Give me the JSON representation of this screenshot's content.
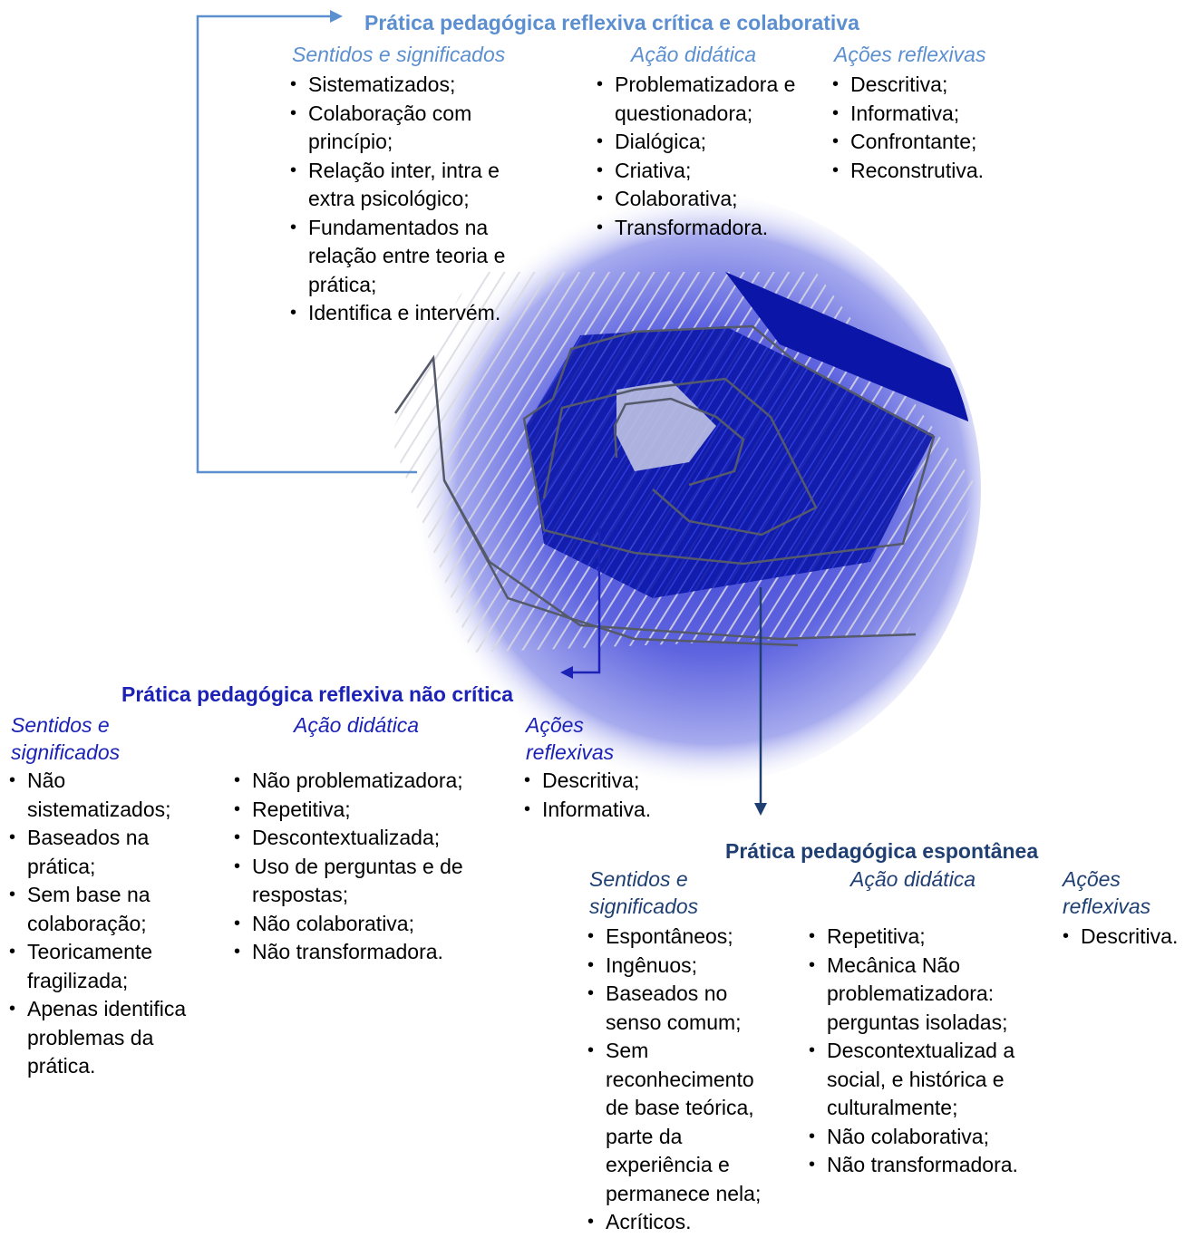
{
  "sections": {
    "critica": {
      "title": "Prática pedagógica reflexiva crítica e colaborativa",
      "col_sentidos": {
        "heading": "Sentidos e significados",
        "items": [
          "Sistematizados;",
          "Colaboração com princípio;",
          "Relação inter, intra e extra psicológico;",
          "Fundamentados na relação entre teoria e prática;",
          "Identifica e intervém."
        ]
      },
      "col_acao": {
        "heading": "Ação didática",
        "items": [
          "Problematizadora e questionadora;",
          " Dialógica;",
          "Criativa;",
          "Colaborativa;",
          "Transformadora."
        ]
      },
      "col_reflexivas": {
        "heading": "Ações reflexivas",
        "items": [
          "Descritiva;",
          "Informativa;",
          "Confrontante;",
          "Reconstrutiva."
        ]
      }
    },
    "nao_critica": {
      "title": "Prática pedagógica reflexiva não crítica",
      "col_sentidos": {
        "heading_l1": "Sentidos e",
        "heading_l2": "significados",
        "items": [
          "Não sistematizados;",
          "Baseados na prática;",
          "Sem base na colaboração;",
          "Teoricamente fragilizada;",
          "Apenas identifica problemas da prática."
        ]
      },
      "col_acao": {
        "heading": "Ação didática",
        "items": [
          "Não problematizadora;",
          "Repetitiva;",
          "Descontextualizada;",
          "Uso de perguntas e de respostas;",
          "Não colaborativa;",
          "Não transformadora."
        ]
      },
      "col_reflexivas": {
        "heading_l1": "Ações",
        "heading_l2": "reflexivas",
        "items": [
          "Descritiva;",
          "Informativa."
        ]
      }
    },
    "espontanea": {
      "title": "Prática pedagógica espontânea",
      "col_sentidos": {
        "heading_l1": "Sentidos e",
        "heading_l2": "significados",
        "items": [
          "Espontâneos;",
          "Ingênuos;",
          "Baseados no senso comum;",
          "Sem reconhecimento de base teórica, parte da experiência e permanece nela;",
          "Acríticos."
        ]
      },
      "col_acao": {
        "heading": "Ação didática",
        "items": [
          "Repetitiva;",
          "Mecânica Não problematizadora: perguntas isoladas;",
          "Descontextualizad a social, e histórica e culturalmente;",
          "Não colaborativa;",
          "Não transformadora."
        ]
      },
      "col_reflexivas": {
        "heading_l1": "Ações",
        "heading_l2": "reflexivas",
        "items": [
          "Descritiva."
        ]
      }
    }
  },
  "colors": {
    "critica": "#5b8fd0",
    "nao_critica": "#1b22b5",
    "espontanea": "#1f3f72",
    "sphere": "#4d55d8"
  }
}
